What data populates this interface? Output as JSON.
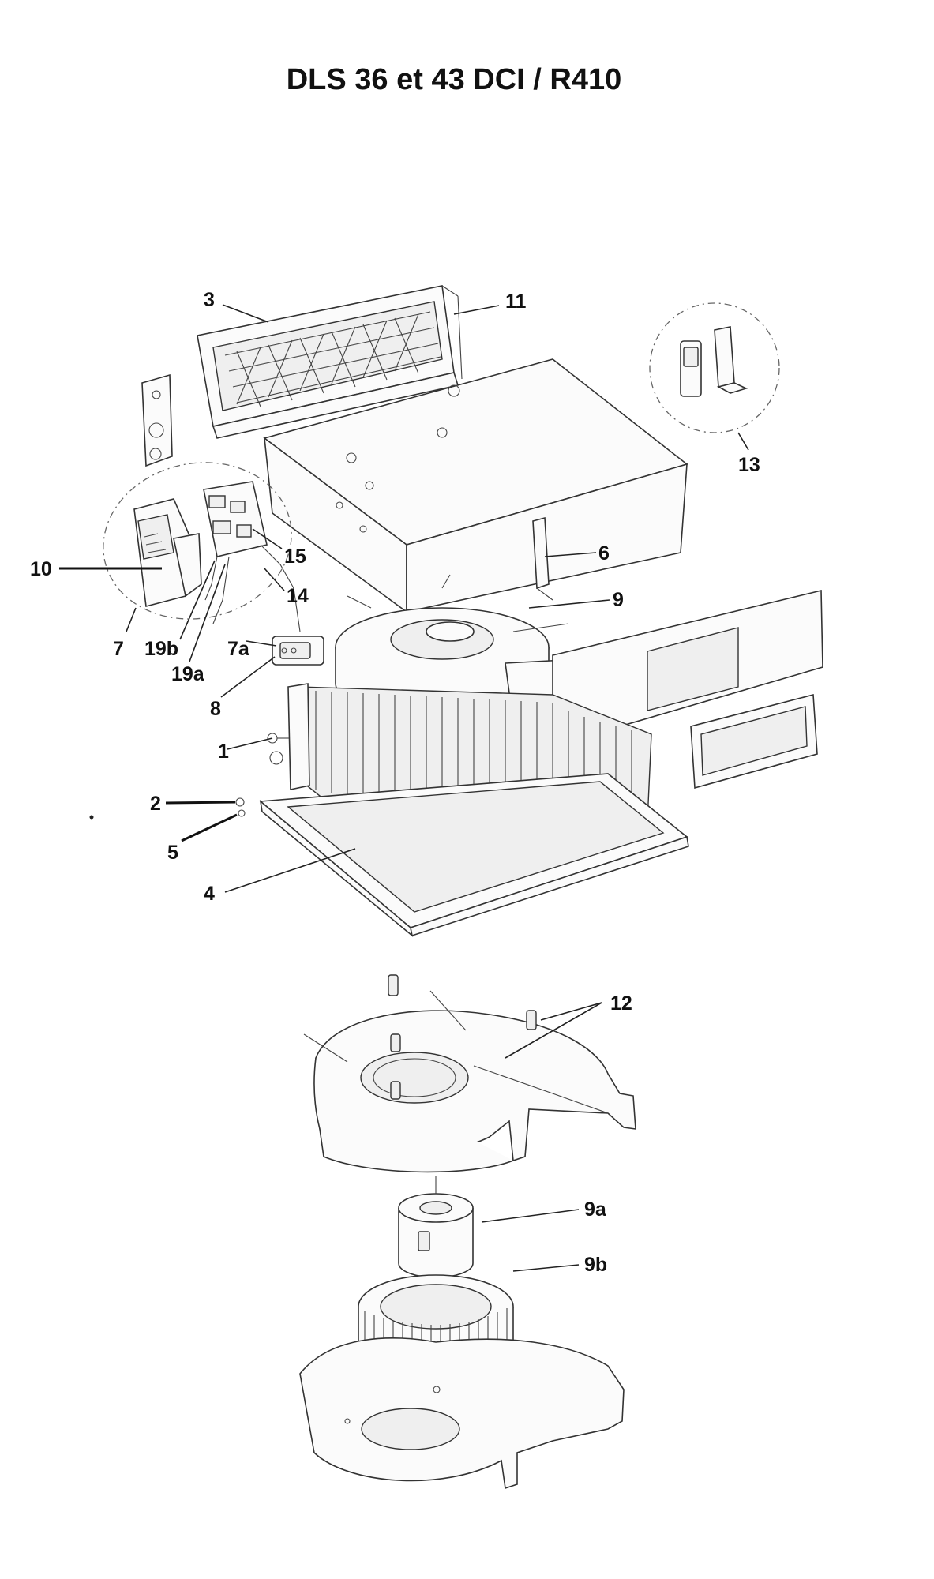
{
  "title": "DLS 36 et 43 DCI / R410",
  "callouts": {
    "c3": "3",
    "c11": "11",
    "c13": "13",
    "c10": "10",
    "c15": "15",
    "c6": "6",
    "c14": "14",
    "c9": "9",
    "c7": "7",
    "c19b": "19b",
    "c7a": "7a",
    "c19a": "19a",
    "c8": "8",
    "c1": "1",
    "c2": "2",
    "c5": "5",
    "c4": "4",
    "c12": "12",
    "c9a": "9a",
    "c9b": "9b"
  }
}
